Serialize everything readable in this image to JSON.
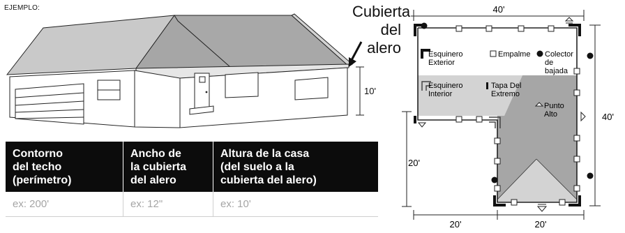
{
  "example_label": "EJEMPLO:",
  "house_illustration": {
    "eave_label_line1": "Cubierta",
    "eave_label_line2": "del alero",
    "height_label": "10'"
  },
  "table": {
    "headers": [
      [
        "Contorno",
        "del techo",
        "(perímetro)"
      ],
      [
        "Ancho de",
        "la cubierta",
        "del alero"
      ],
      [
        "Altura de la casa",
        "(del suelo a la",
        "cubierta del alero)"
      ]
    ],
    "examples": [
      "ex: 200'",
      "ex: 12\"",
      "ex: 10'"
    ]
  },
  "plan": {
    "dim_top": "40'",
    "dim_right": "40'",
    "dim_left": "20'",
    "dim_bottom_left": "20'",
    "dim_bottom_right": "20'",
    "legend": {
      "outside_corner": [
        "Esquinero",
        "Exterior"
      ],
      "splice": "Empalme",
      "downspout": [
        "Colector",
        "de",
        "bajada"
      ],
      "inside_corner": [
        "Esquinero",
        "Interior"
      ],
      "end_cap": [
        "Tapa Del",
        "Extremo"
      ],
      "high_point": [
        "Punto",
        "Alto"
      ]
    }
  },
  "colors": {
    "roof_dark": "#a6a6a6",
    "roof_light": "#d3d3d3",
    "header_bg": "#0c0c0c",
    "example_text": "#a5a5a5"
  }
}
